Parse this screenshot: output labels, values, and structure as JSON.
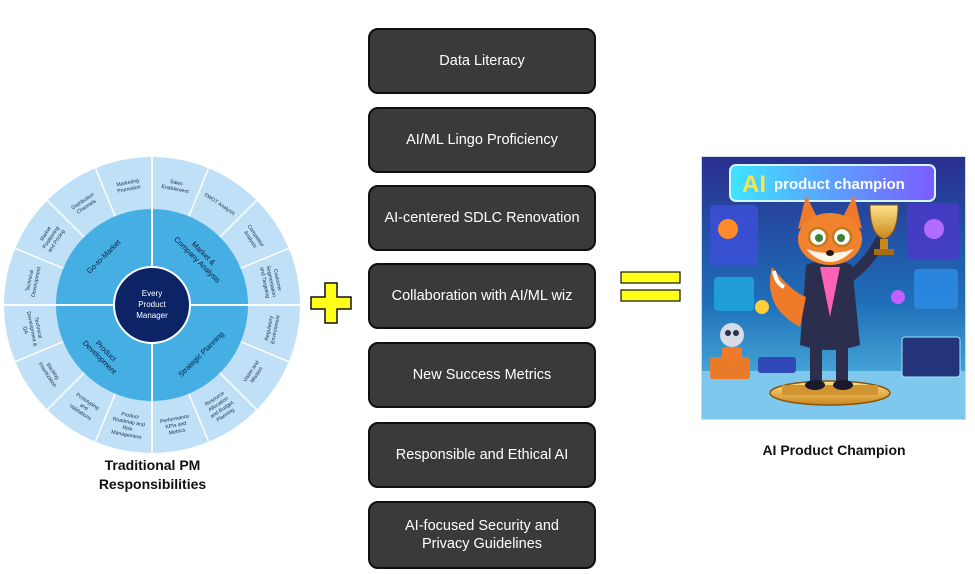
{
  "wheel": {
    "center_line1": "Every",
    "center_line2": "Product",
    "center_line3": "Manager",
    "segments": [
      {
        "label_line1": "Go-to-Market",
        "label_line2": ""
      },
      {
        "label_line1": "Market &",
        "label_line2": "Company Analysis"
      },
      {
        "label_line1": "Strategic Planning",
        "label_line2": ""
      },
      {
        "label_line1": "Product",
        "label_line2": "Development"
      }
    ],
    "outer_labels": [
      "Sales Enablement",
      "SWOT Analysis",
      "Competitor Analysis",
      "Customer Segmentation and Targeting",
      "Regulatory Environment",
      "Vision and Mission",
      "Resource Allocation and Budget Planning",
      "Performance KPIs and Metrics",
      "Product Roadmap and Risk Management",
      "Prototyping and Validations",
      "Backlog Prioritization",
      "Technical Development & QA",
      "Technical Development",
      "Market Positioning and Pricing",
      "Distribution Channels",
      "Marketing Promotion"
    ],
    "caption_line1": "Traditional PM",
    "caption_line2": "Responsibilities"
  },
  "skills": [
    {
      "line1": "Data Literacy",
      "line2": ""
    },
    {
      "line1": "AI/ML Lingo Proficiency",
      "line2": ""
    },
    {
      "line1": "AI-centered SDLC Renovation",
      "line2": ""
    },
    {
      "line1": "Collaboration with AI/ML wiz",
      "line2": ""
    },
    {
      "line1": "New Success Metrics",
      "line2": ""
    },
    {
      "line1": "Responsible and Ethical AI",
      "line2": ""
    },
    {
      "line1": "AI-focused Security and",
      "line2": "Privacy Guidelines"
    }
  ],
  "champion": {
    "banner_ai": "AI",
    "banner_text": "product champion",
    "caption": "AI Product Champion"
  },
  "colors": {
    "outer_ring": "#bfe0f6",
    "middle_ring": "#45aee2",
    "center": "#0c2466",
    "skill_box": "#3a3a3a",
    "plus": "#ffff1a",
    "equals": "#ffff1a"
  }
}
